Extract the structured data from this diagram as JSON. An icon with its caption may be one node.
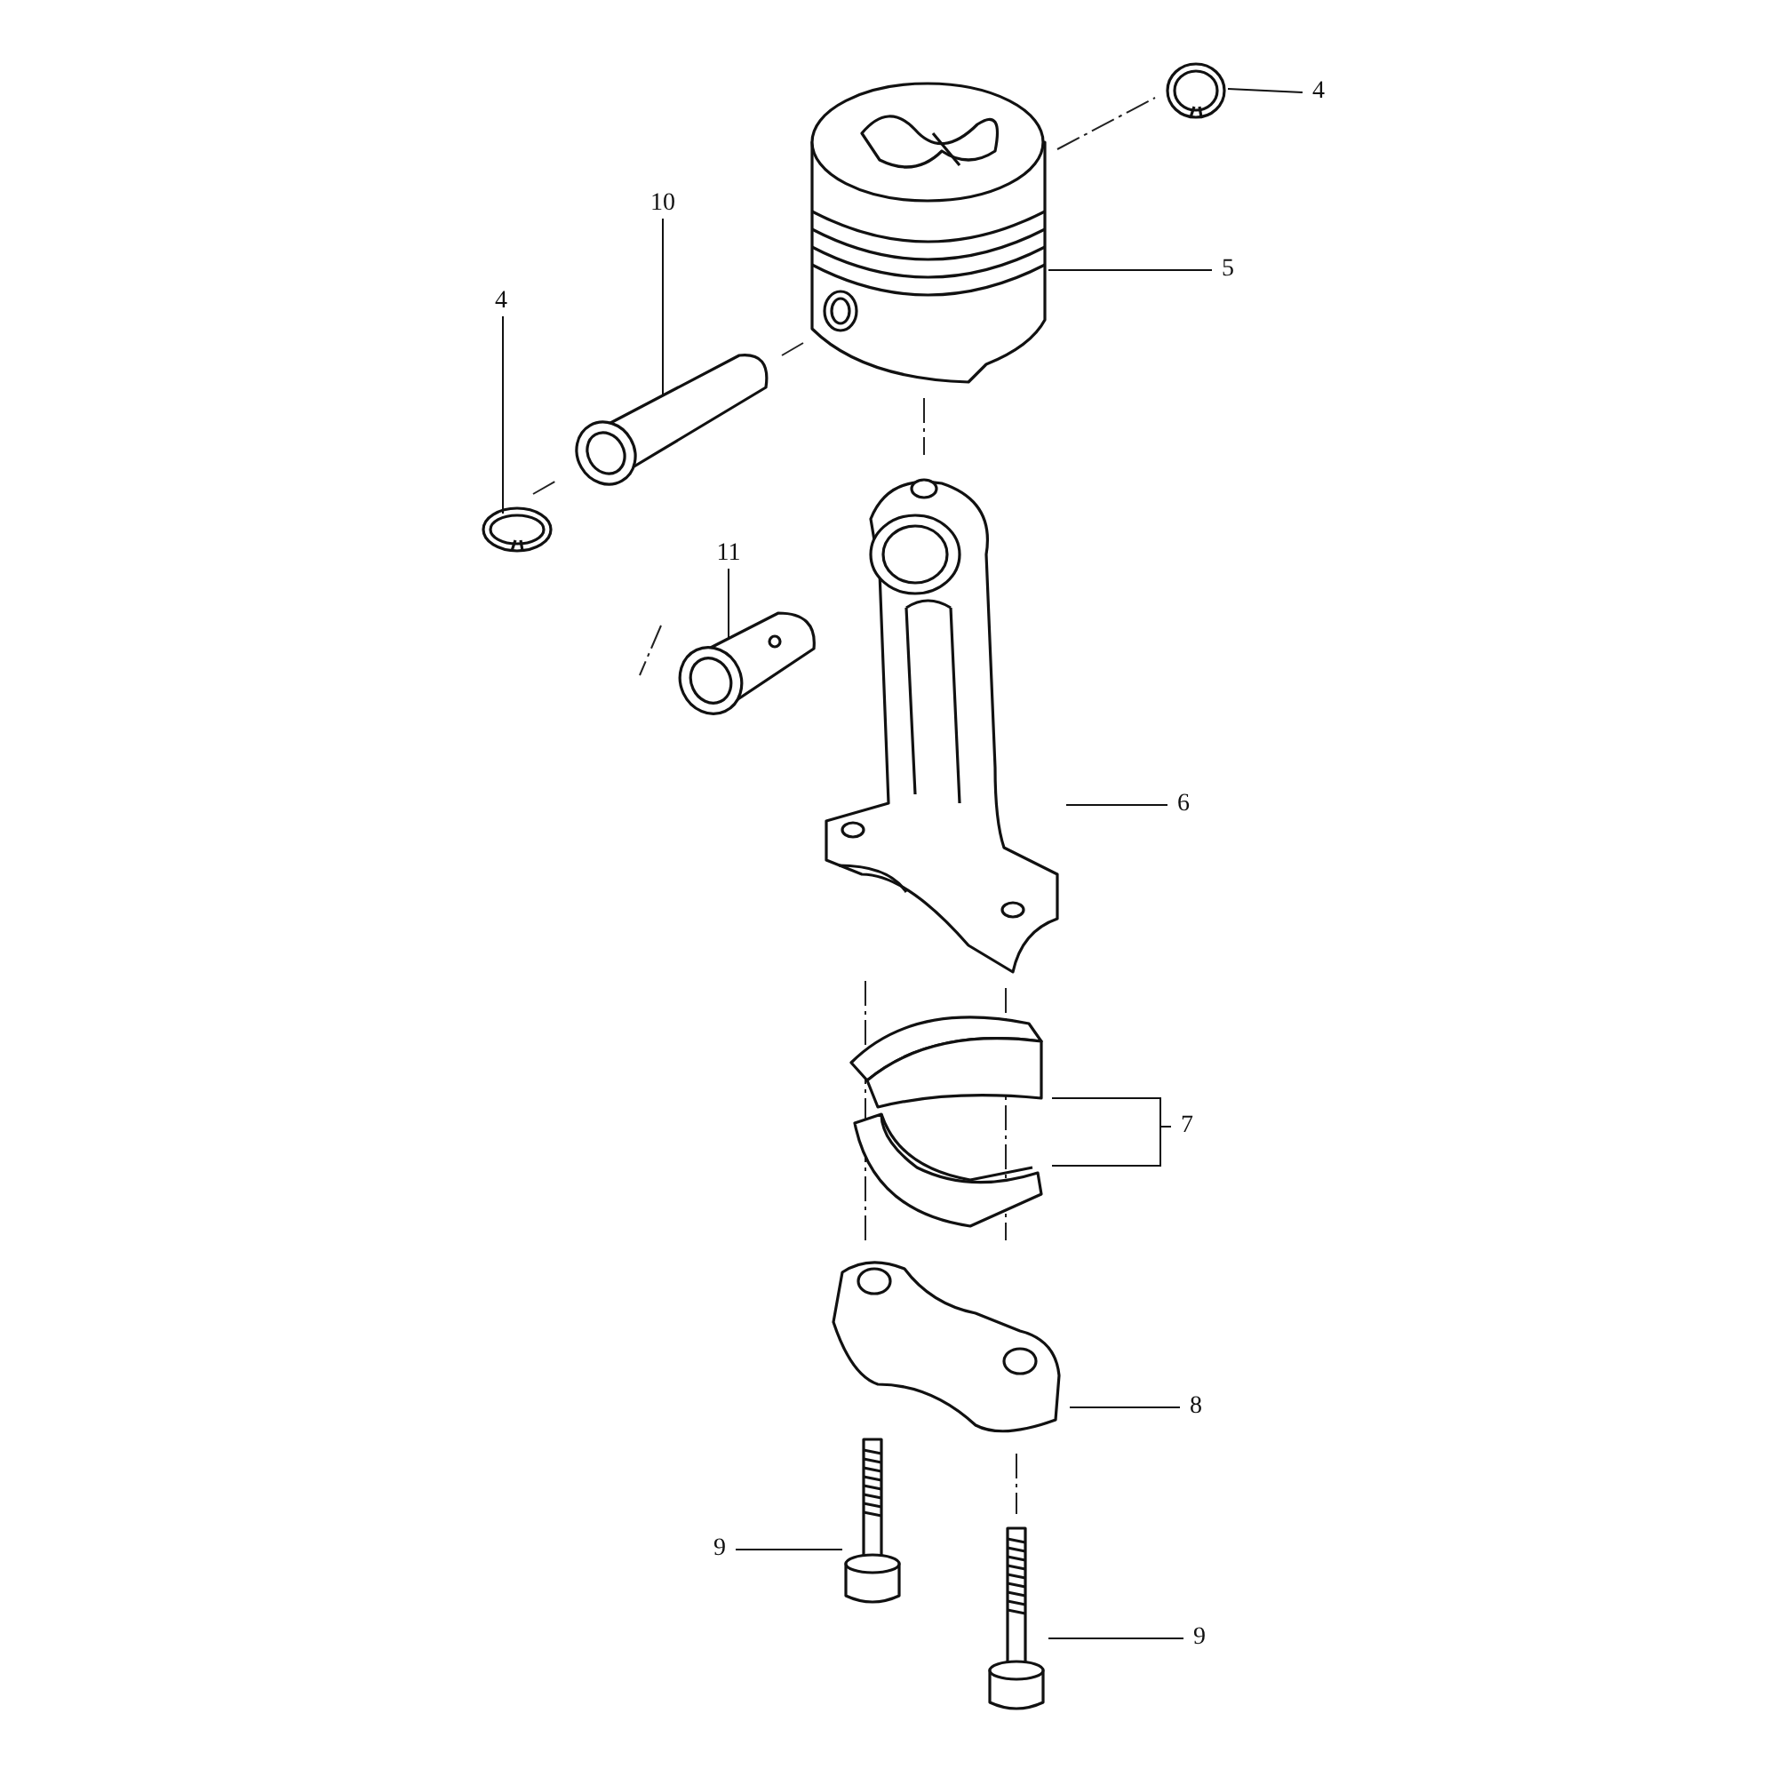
{
  "diagram": {
    "nodes": [
      {
        "text": [
          "4"
        ]
      },
      {
        "text": [],
        "shape": "picture"
      },
      {
        "text": [
          "10"
        ]
      },
      {
        "text": [
          "5"
        ]
      },
      {
        "text": [],
        "shape": "picture"
      },
      {
        "text": [],
        "shape": "picture"
      },
      {
        "text": [
          "4"
        ]
      },
      {
        "text": [],
        "shape": "picture"
      },
      {
        "text": [
          "11"
        ]
      },
      {
        "text": [],
        "shape": "picture"
      },
      {
        "text": [],
        "shape": "picture"
      },
      {
        "text": [
          "6"
        ]
      },
      {
        "text": [],
        "shape": "picture"
      },
      {
        "text": [],
        "shape": "picture"
      },
      {
        "text": [
          "7"
        ]
      },
      {
        "text": [],
        "shape": "picture"
      },
      {
        "text": [
          "8"
        ]
      },
      {
        "text": [
          "9"
        ]
      },
      {
        "text": [],
        "shape": "picture"
      },
      {
        "text": [
          "9"
        ]
      },
      {
        "text": [],
        "shape": "picture"
      }
    ],
    "edges": [
      {
        "from": 0,
        "to": 1,
        "arrow": "none"
      },
      {
        "from": 2,
        "to": 5,
        "arrow": "none"
      },
      {
        "from": 3,
        "to": 4,
        "arrow": "none"
      },
      {
        "from": 6,
        "to": 7,
        "arrow": "none"
      },
      {
        "from": 8,
        "to": 9,
        "arrow": "none"
      },
      {
        "from": 11,
        "to": 10,
        "arrow": "none"
      },
      {
        "from": 14,
        "to": 12,
        "arrow": "none"
      },
      {
        "from": 14,
        "to": 13,
        "arrow": "none"
      },
      {
        "from": 16,
        "to": 15,
        "arrow": "none"
      },
      {
        "from": 17,
        "to": 18,
        "arrow": "none"
      },
      {
        "from": 19,
        "to": 20,
        "arrow": "none"
      }
    ]
  }
}
